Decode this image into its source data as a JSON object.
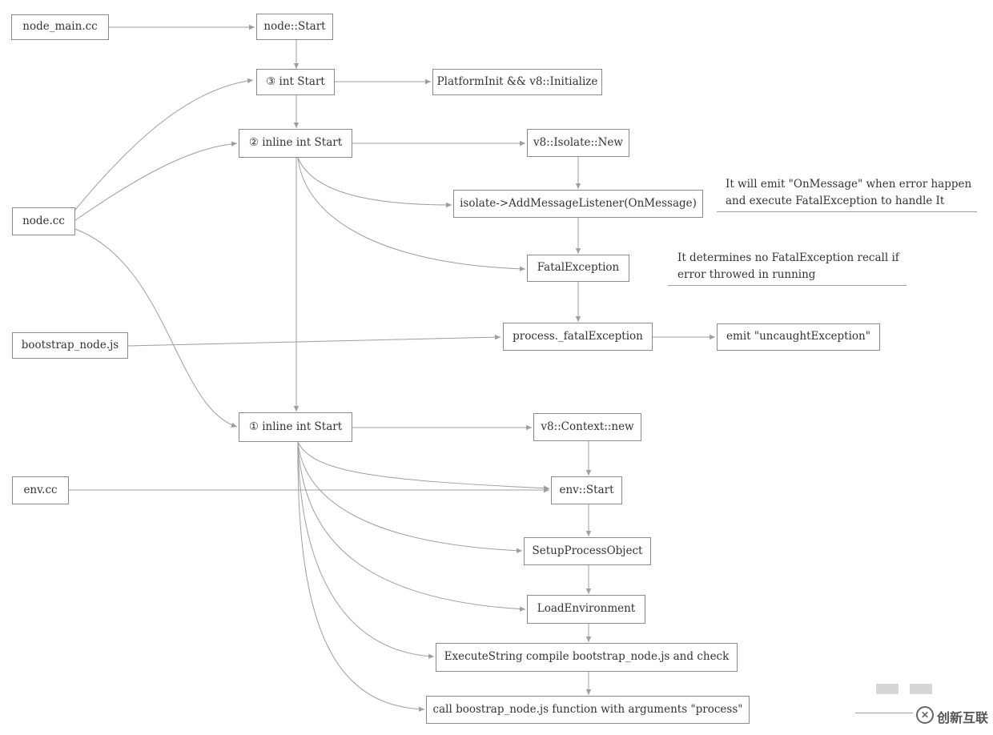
{
  "nodes": {
    "node_main_cc": "node_main.cc",
    "node_start": "node::Start",
    "int_start_3": "③ int Start",
    "platform_init": "PlatformInit && v8::Initialize",
    "inline_start_2": "② inline int Start",
    "isolate_new": "v8::Isolate::New",
    "add_listener": "isolate->AddMessageListener(OnMessage)",
    "node_cc": "node.cc",
    "fatal_exception": "FatalException",
    "bootstrap_node_js": "bootstrap_node.js",
    "process_fatal": "process._fatalException",
    "emit_uncaught": "emit \"uncaughtException\"",
    "inline_start_1": "① inline int Start",
    "context_new": "v8::Context::new",
    "env_cc": "env.cc",
    "env_start": "env::Start",
    "setup_process": "SetupProcessObject",
    "load_env": "LoadEnvironment",
    "execute_string": "ExecuteString  compile bootstrap_node.js and check",
    "call_bootstrap": "call boostrap_node.js function with arguments \"process\""
  },
  "notes": {
    "on_message_line1": "It will emit \"OnMessage\" when error happen",
    "on_message_line2": "and execute FatalException to handle It",
    "fatal_line1": "It determines no FatalException recall if",
    "fatal_line2": "error throwed in running"
  },
  "watermark": {
    "brand": "创新互联",
    "icon_name": "brand-logo-icon"
  },
  "colors": {
    "edge": "#9e9e9e",
    "border": "#8a8a8a",
    "text": "#333333"
  }
}
